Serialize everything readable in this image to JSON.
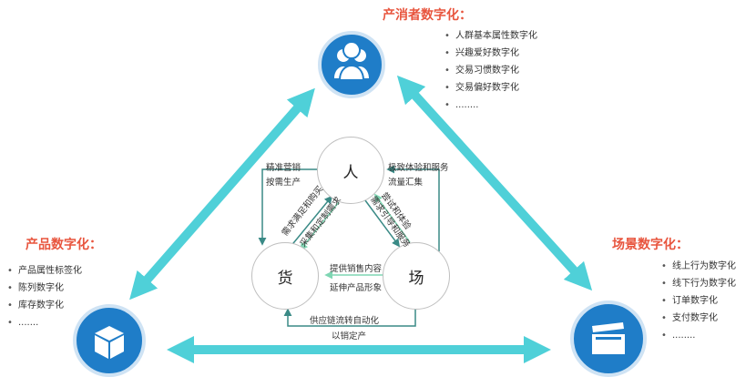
{
  "consumer": {
    "title": "产消者数字化：",
    "items": [
      "人群基本属性数字化",
      "兴趣爱好数字化",
      "交易习惯数字化",
      "交易偏好数字化",
      "........"
    ],
    "bullet": "•",
    "icon": "people-icon"
  },
  "product": {
    "title": "产品数字化：",
    "items": [
      "产品属性标签化",
      "陈列数字化",
      "库存数字化",
      "......."
    ],
    "bullet": "•",
    "icon": "box-icon"
  },
  "scene": {
    "title": "场景数字化：",
    "items": [
      "线上行为数字化",
      "线下行为数字化",
      "订单数字化",
      "支付数字化",
      "........"
    ],
    "bullet": "•",
    "icon": "clapperboard-icon"
  },
  "nodes": {
    "person": "人",
    "goods": "货",
    "place": "场"
  },
  "flows": {
    "left_top": "精准营销",
    "left_bottom": "按需生产",
    "right_top": "极致体验和服务",
    "right_bottom": "流量汇集",
    "diag_left_1": "需求满足和购买",
    "diag_left_2": "采集和定制需求",
    "diag_right_1": "尝试和体验",
    "diag_right_2": "需求引导和服务",
    "middle_1": "提供销售内容",
    "middle_2": "延伸产品形象",
    "bottom_1": "供应链流转自动化",
    "bottom_2": "以销定产"
  },
  "colors": {
    "title": "#e8553e",
    "icon_bg": "#1f7dc8",
    "big_arrow": "#4fd0d8",
    "flow_arrow": "#3a8a86",
    "inner_arrow": "#7fd6b3"
  }
}
